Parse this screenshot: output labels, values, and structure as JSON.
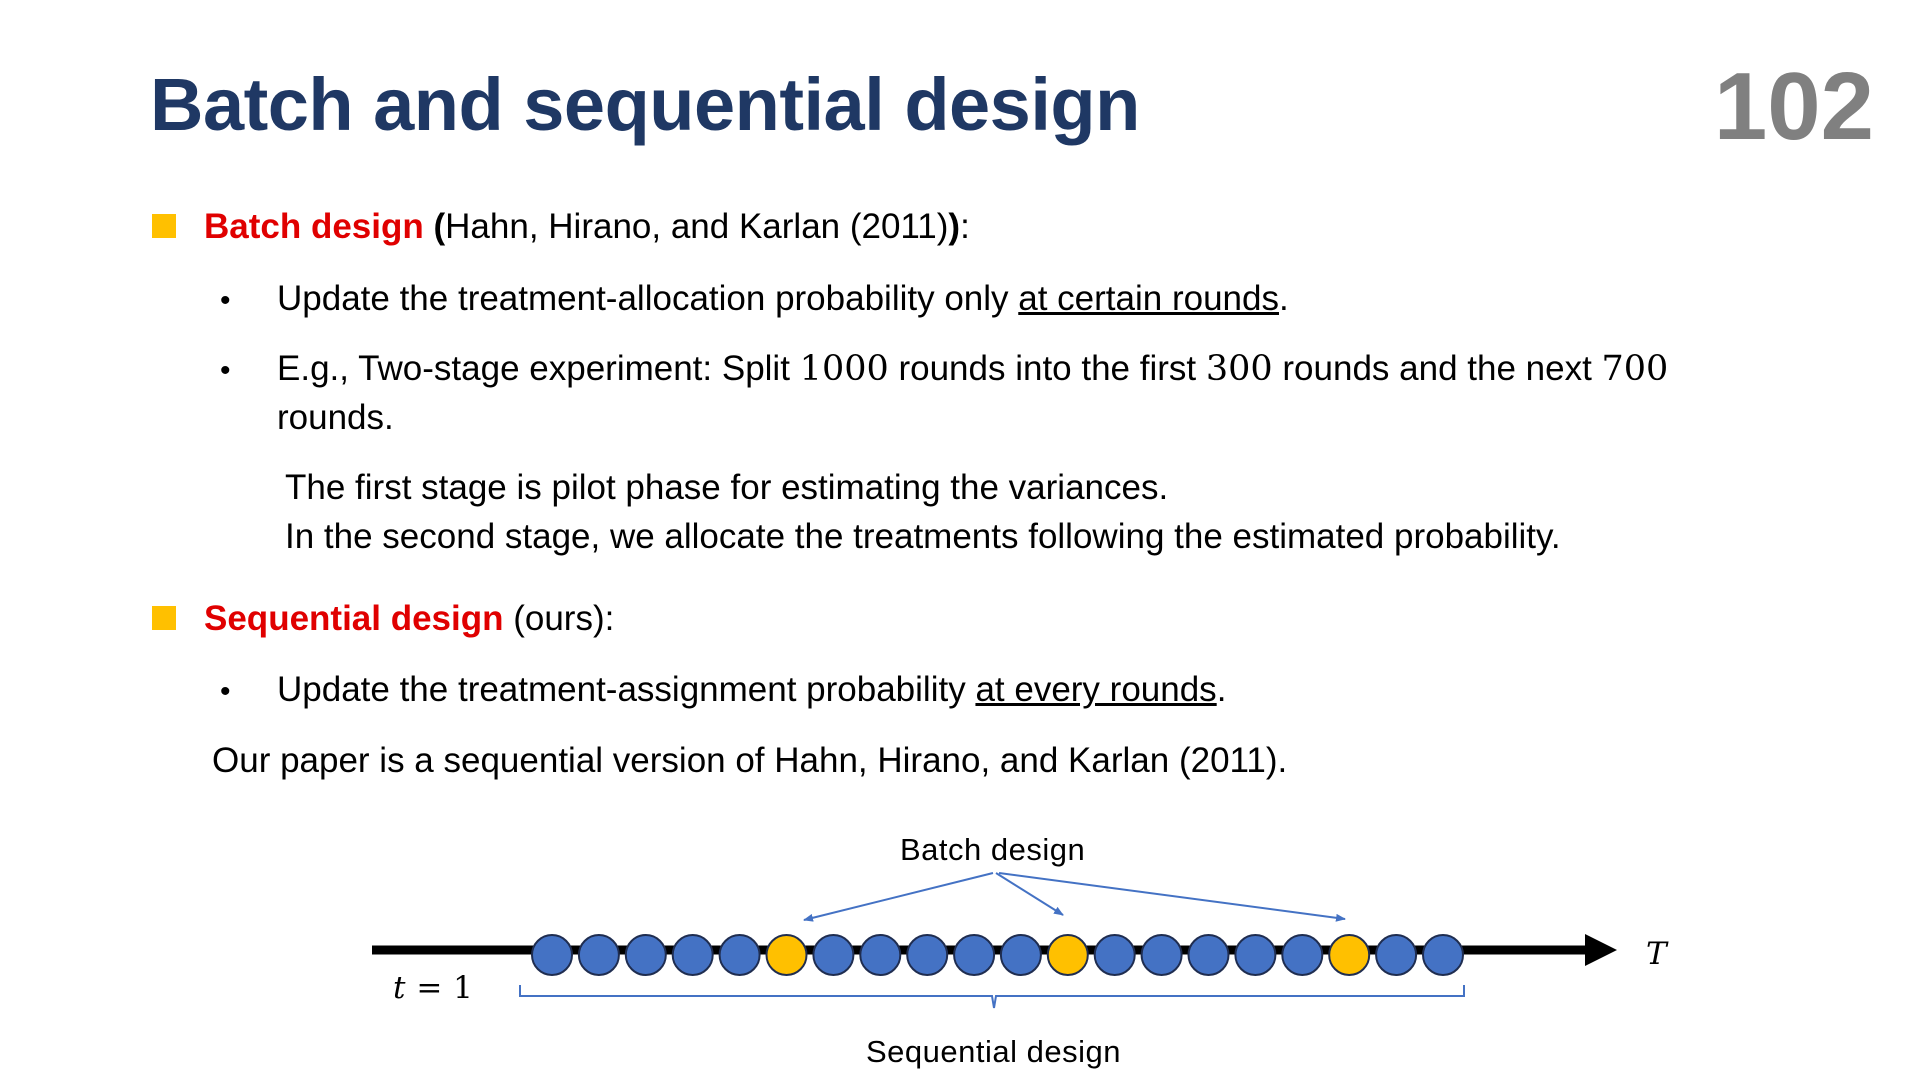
{
  "title": "Batch and sequential design",
  "page_number": "102",
  "colors": {
    "title": "#1f3864",
    "accent_red": "#e00000",
    "bullet_square": "#ffc000",
    "circle_blue": "#4472c4",
    "circle_orange": "#ffc000",
    "arrow": "#4472c4"
  },
  "batch": {
    "heading": "Batch design",
    "paren_open": "(",
    "citation": "Hahn, Hirano, and Karlan (2011)",
    "paren_close": ")",
    "colon": ":",
    "bullet1": {
      "prefix": "Update the treatment-allocation probability only ",
      "underlined": "at certain rounds",
      "suffix": "."
    },
    "bullet2": {
      "part1": "E.g., Two-stage experiment: Split ",
      "n1": "1000",
      "part2": " rounds into the first ",
      "n2": "300",
      "part3": " rounds and the next ",
      "n3": "700",
      "line2": "rounds."
    },
    "note_line1": "The first stage is pilot phase for estimating the variances.",
    "note_line2": "In the second stage, we allocate the treatments following the estimated probability."
  },
  "sequential": {
    "heading": "Sequential design",
    "suffix": " (ours):",
    "bullet1": {
      "prefix": "Update the treatment-assignment probability ",
      "underlined": "at every rounds",
      "suffix": "."
    },
    "summary": "Our paper is a sequential version of Hahn, Hirano, and Karlan (2011)."
  },
  "diagram": {
    "batch_label": "Batch design",
    "sequential_label": "Sequential design",
    "start_label_var": "t",
    "start_label_rest": " = 1",
    "end_label": "T",
    "circles": [
      "blue",
      "blue",
      "blue",
      "blue",
      "blue",
      "orange",
      "blue",
      "blue",
      "blue",
      "blue",
      "blue",
      "orange",
      "blue",
      "blue",
      "blue",
      "blue",
      "blue",
      "orange",
      "blue",
      "blue"
    ]
  }
}
